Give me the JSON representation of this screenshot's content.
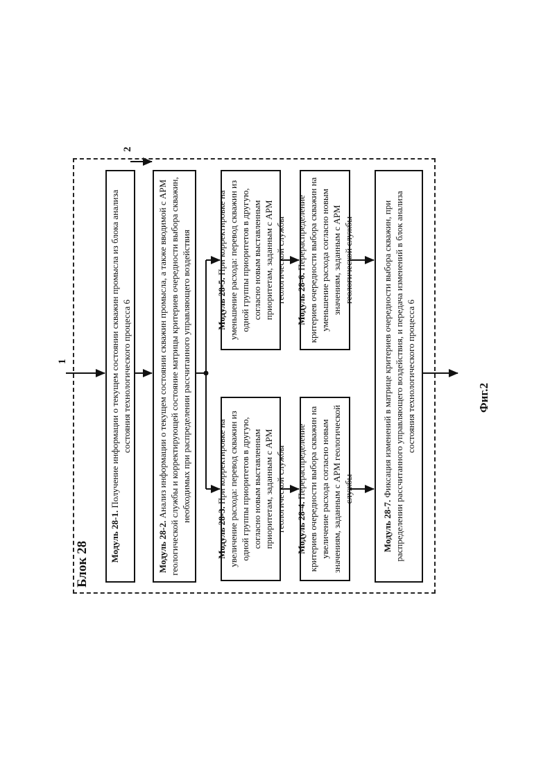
{
  "figure": {
    "label": "Фиг.2",
    "orientation": "rotated 90° counter-clockwise"
  },
  "block": {
    "title": "Блок 28"
  },
  "external_inputs": [
    {
      "id": "1",
      "label": "1",
      "target": "module_28_1"
    },
    {
      "id": "2",
      "label": "2",
      "target": "module_28_2"
    }
  ],
  "modules": {
    "m1": {
      "name": "Модуль 28-1.",
      "text": "Получение информации о текущем состоянии скважин промысла из блока анализа состояния технологического процесса 6"
    },
    "m2": {
      "name": "Модуль 28-2.",
      "text": "Анализ информации о текущем состоянии скважин промысла, а также вводимой с АРМ геологической службы и корректирующей состояние матрицы критериев очередности выбора скважин, необходимых при распределении рассчитанного управляющего воздействия"
    },
    "m3": {
      "name": "Модуль 28-3.",
      "text": "При корректировке на увеличение расхода: перевод скважин из одной группы приоритетов в другую, согласно новым выставленным приоритетам, заданным с АРМ геологической службы"
    },
    "m4": {
      "name": "Модуль 28-4.",
      "text": "Перераспределение критериев очередности выбора скважин на увеличение расхода согласно новым значениям, заданным с АРМ геологической службы"
    },
    "m5": {
      "name": "Модуль 28-5.",
      "text": "При корректировке на уменьшение расхода: перевод скважин из одной группы приоритетов в другую, согласно новым выставленным приоритетам, заданным с АРМ геологической службы"
    },
    "m6": {
      "name": "Модуль 28-6.",
      "text": "Перераспределение критериев очередности выбора скважин на уменьшение расхода согласно новым значениям, заданным с АРМ геологической службы"
    },
    "m7": {
      "name": "Модуль 28-7.",
      "text": "Фиксация изменений в матрице критериев очередности выбора скважин, при распределении рассчитанного управляющего воздействия, и передача изменений в блок анализа состояния технологического процесса 6"
    }
  },
  "connections": [
    {
      "from": "input_1",
      "to": "m1"
    },
    {
      "from": "input_2",
      "to": "m2"
    },
    {
      "from": "m1",
      "to": "m2"
    },
    {
      "from": "m2",
      "to": "m3"
    },
    {
      "from": "m2",
      "to": "m5"
    },
    {
      "from": "m3",
      "to": "m4"
    },
    {
      "from": "m5",
      "to": "m6"
    },
    {
      "from": "m4",
      "to": "m7"
    },
    {
      "from": "m6",
      "to": "m7"
    },
    {
      "from": "m7",
      "to": "output"
    }
  ],
  "colors": {
    "ink": "#111111",
    "background": "#ffffff"
  }
}
